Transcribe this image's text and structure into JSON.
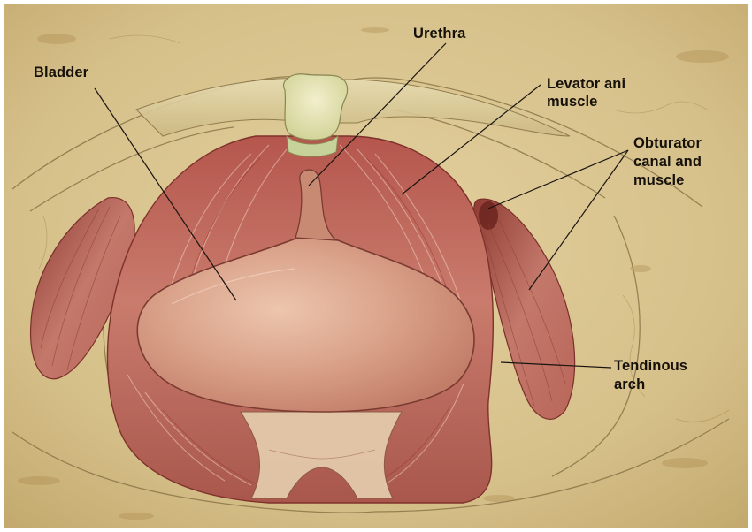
{
  "labels": {
    "bladder": "Bladder",
    "urethra": "Urethra",
    "levator_line1": "Levator ani",
    "levator_line2": "muscle",
    "obturator_line1": "Obturator",
    "obturator_line2": "canal and",
    "obturator_line3": "muscle",
    "tendinous_line1": "Tendinous",
    "tendinous_line2": "arch"
  },
  "colors": {
    "parchment": "#d9c48f",
    "parchment_dark": "#b89c5c",
    "muscle": "#b8635a",
    "muscle_dark": "#8a3a34",
    "bladder": "#d69a84",
    "urethra_tip": "#e8e2b0",
    "leader_line": "#1a1410"
  }
}
